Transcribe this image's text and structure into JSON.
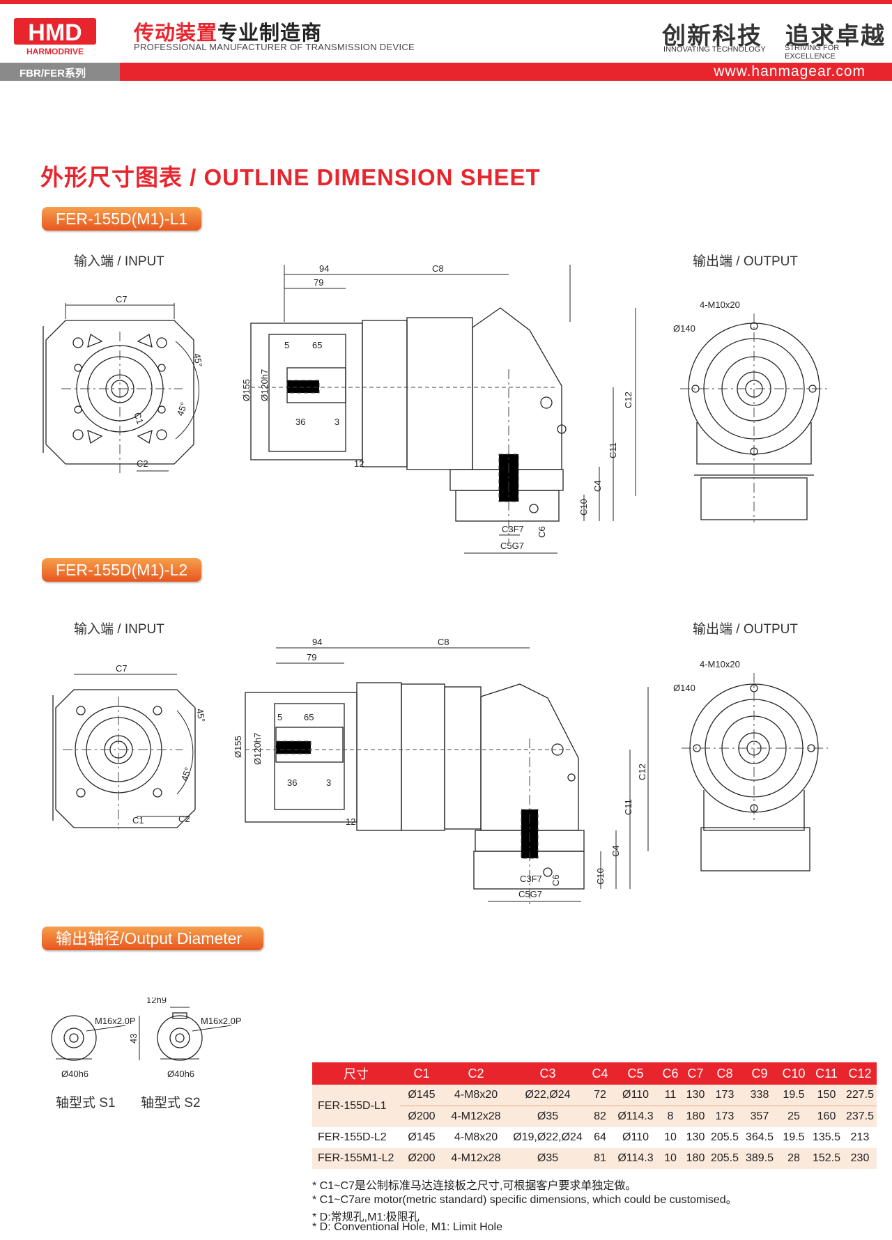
{
  "header": {
    "logo_main": "HMD",
    "logo_sub": "HARMODRIVE",
    "brand_cn_red": "传动装置",
    "brand_cn_black": "专业制造商",
    "brand_en": "PROFESSIONAL MANUFACTURER OF TRANSMISSION DEVICE",
    "slogan1_cn": "创新科技",
    "slogan1_en": "INNOVATING TECHNOLOGY",
    "slogan2_cn": "追求卓越",
    "slogan2_en": "STRIVING FOR EXCELLENCE",
    "series": "FBR/FER系列",
    "website": "www.hanmagear.com"
  },
  "title": "外形尺寸图表 / OUTLINE DIMENSION SHEET",
  "section1": {
    "pill": "FER-155D(M1)-L1",
    "input_label": "输入端 / INPUT",
    "output_label": "输出端 / OUTPUT"
  },
  "section2": {
    "pill": "FER-155D(M1)-L2",
    "input_label": "输入端 / INPUT",
    "output_label": "输出端 / OUTPUT"
  },
  "dims": {
    "c1": "C1",
    "c2": "C2",
    "c3": "C3F7",
    "c4": "C4",
    "c5": "C5G7",
    "c6": "C6",
    "c7": "C7",
    "c8": "C8",
    "c9": "C9",
    "c10": "C10",
    "c11": "C11",
    "c12": "C12",
    "d94": "94",
    "d79": "79",
    "d5": "5",
    "d65": "65",
    "d36": "36",
    "d3": "3",
    "d12": "12",
    "phi155": "Ø155",
    "phi120": "Ø120h7",
    "phi140": "Ø140",
    "bolt": "4-M10x20",
    "deg45": "45°"
  },
  "shaft": {
    "pill": "输出轴径/Output Diameter",
    "thread": "M16x2.0P",
    "dia": "Ø40h6",
    "key": "12h9",
    "h43": "43",
    "s1": "轴型式 S1",
    "s2": "轴型式 S2"
  },
  "table": {
    "headers": [
      "尺寸",
      "C1",
      "C2",
      "C3",
      "C4",
      "C5",
      "C6",
      "C7",
      "C8",
      "C9",
      "C10",
      "C11",
      "C12"
    ],
    "model1": "FER-155D-L1",
    "row1": [
      "Ø145",
      "4-M8x20",
      "Ø22,Ø24",
      "72",
      "Ø110",
      "11",
      "130",
      "173",
      "338",
      "19.5",
      "150",
      "227.5"
    ],
    "row2": [
      "Ø200",
      "4-M12x28",
      "Ø35",
      "82",
      "Ø114.3",
      "8",
      "180",
      "173",
      "357",
      "25",
      "160",
      "237.5"
    ],
    "model3": "FER-155D-L2",
    "row3": [
      "Ø145",
      "4-M8x20",
      "Ø19,Ø22,Ø24",
      "64",
      "Ø110",
      "10",
      "130",
      "205.5",
      "364.5",
      "19.5",
      "135.5",
      "213"
    ],
    "model4": "FER-155M1-L2",
    "row4": [
      "Ø200",
      "4-M12x28",
      "Ø35",
      "81",
      "Ø114.3",
      "10",
      "180",
      "205.5",
      "389.5",
      "28",
      "152.5",
      "230"
    ]
  },
  "notes": [
    "* C1~C7是公制标准马达连接板之尺寸,可根据客户要求单独定做。",
    "* C1~C7are motor(metric standard)  specific dimensions, which could be customised。",
    "* D:常规孔,M1:极限孔",
    "* D: Conventional Hole, M1: Limit Hole"
  ]
}
